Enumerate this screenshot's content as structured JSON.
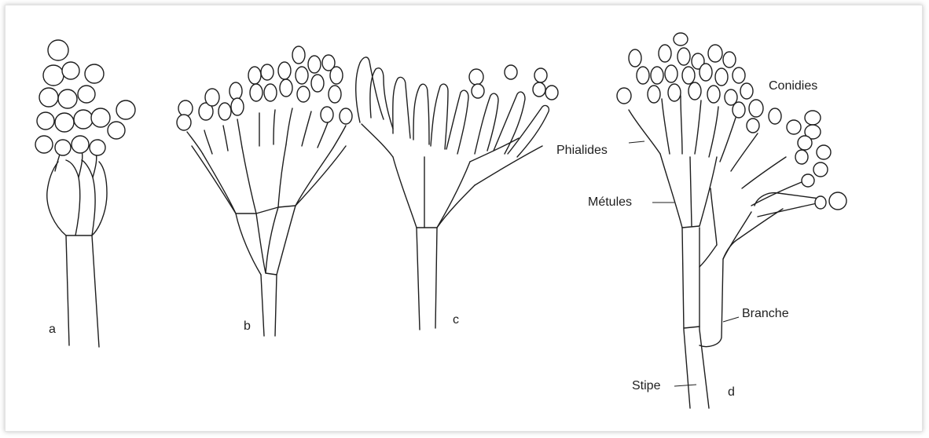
{
  "figure": {
    "panels": [
      {
        "id": "a",
        "letter": "a"
      },
      {
        "id": "b",
        "letter": "b"
      },
      {
        "id": "c",
        "letter": "c"
      },
      {
        "id": "d",
        "letter": "d"
      }
    ],
    "annotations": {
      "conidies": "Conidies",
      "phialides": "Phialides",
      "metules": "Métules",
      "branche": "Branche",
      "stipe": "Stipe"
    }
  },
  "colors": {
    "ink": "#1e1e1e",
    "paper": "#ffffff",
    "frame_shadow": "#bdbdbd"
  }
}
